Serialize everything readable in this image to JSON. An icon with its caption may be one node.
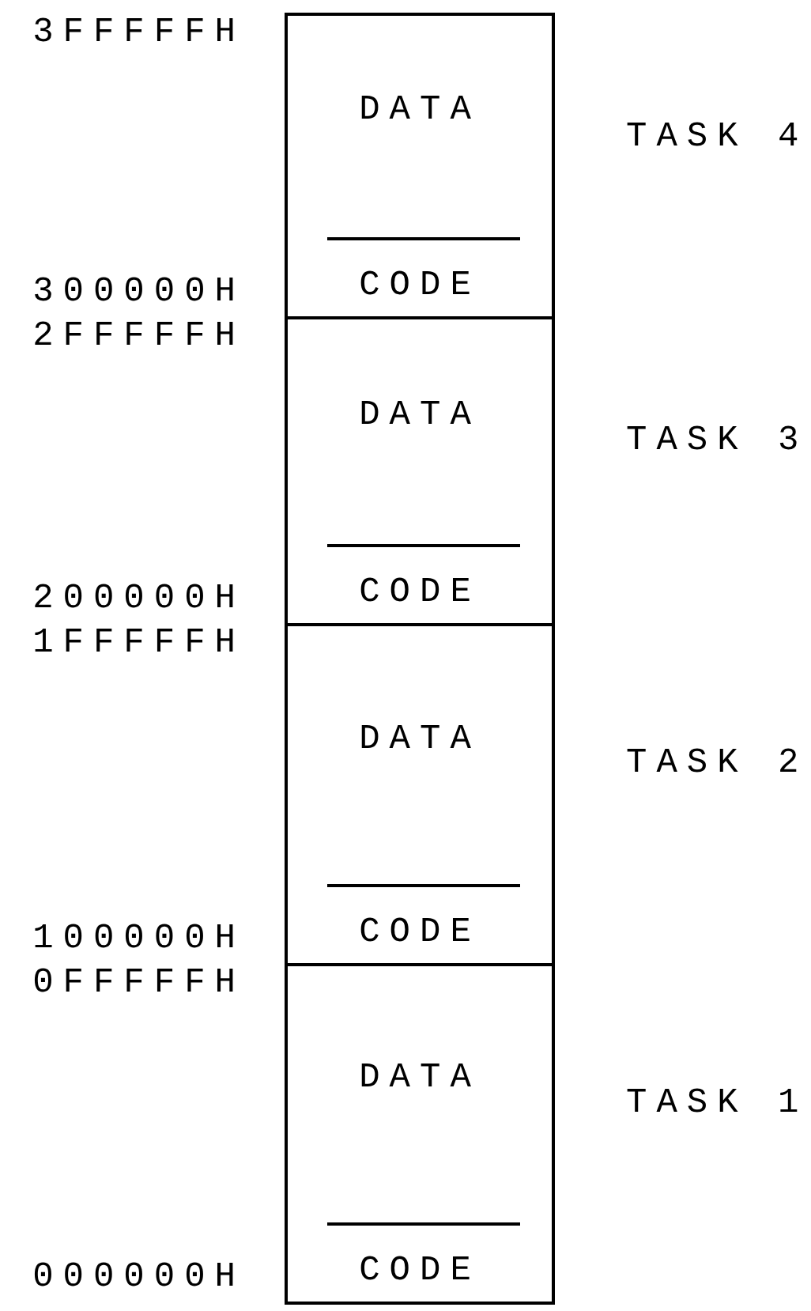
{
  "diagram": {
    "nodes": [
      {
        "text": [
          "DATA",
          "CODE"
        ],
        "beside": [
          "TASK 4"
        ]
      },
      {
        "text": [
          "DATA",
          "CODE"
        ],
        "beside": [
          "TASK 3"
        ]
      },
      {
        "text": [
          "DATA",
          "CODE"
        ],
        "beside": [
          "TASK 2"
        ]
      },
      {
        "text": [
          "DATA",
          "CODE"
        ],
        "beside": [
          "TASK 1"
        ]
      }
    ],
    "labels": [
      "3FFFFFH",
      "300000H",
      "2FFFFFH",
      "200000H",
      "1FFFFFH",
      "100000H",
      "0FFFFFH",
      "000000H"
    ]
  }
}
